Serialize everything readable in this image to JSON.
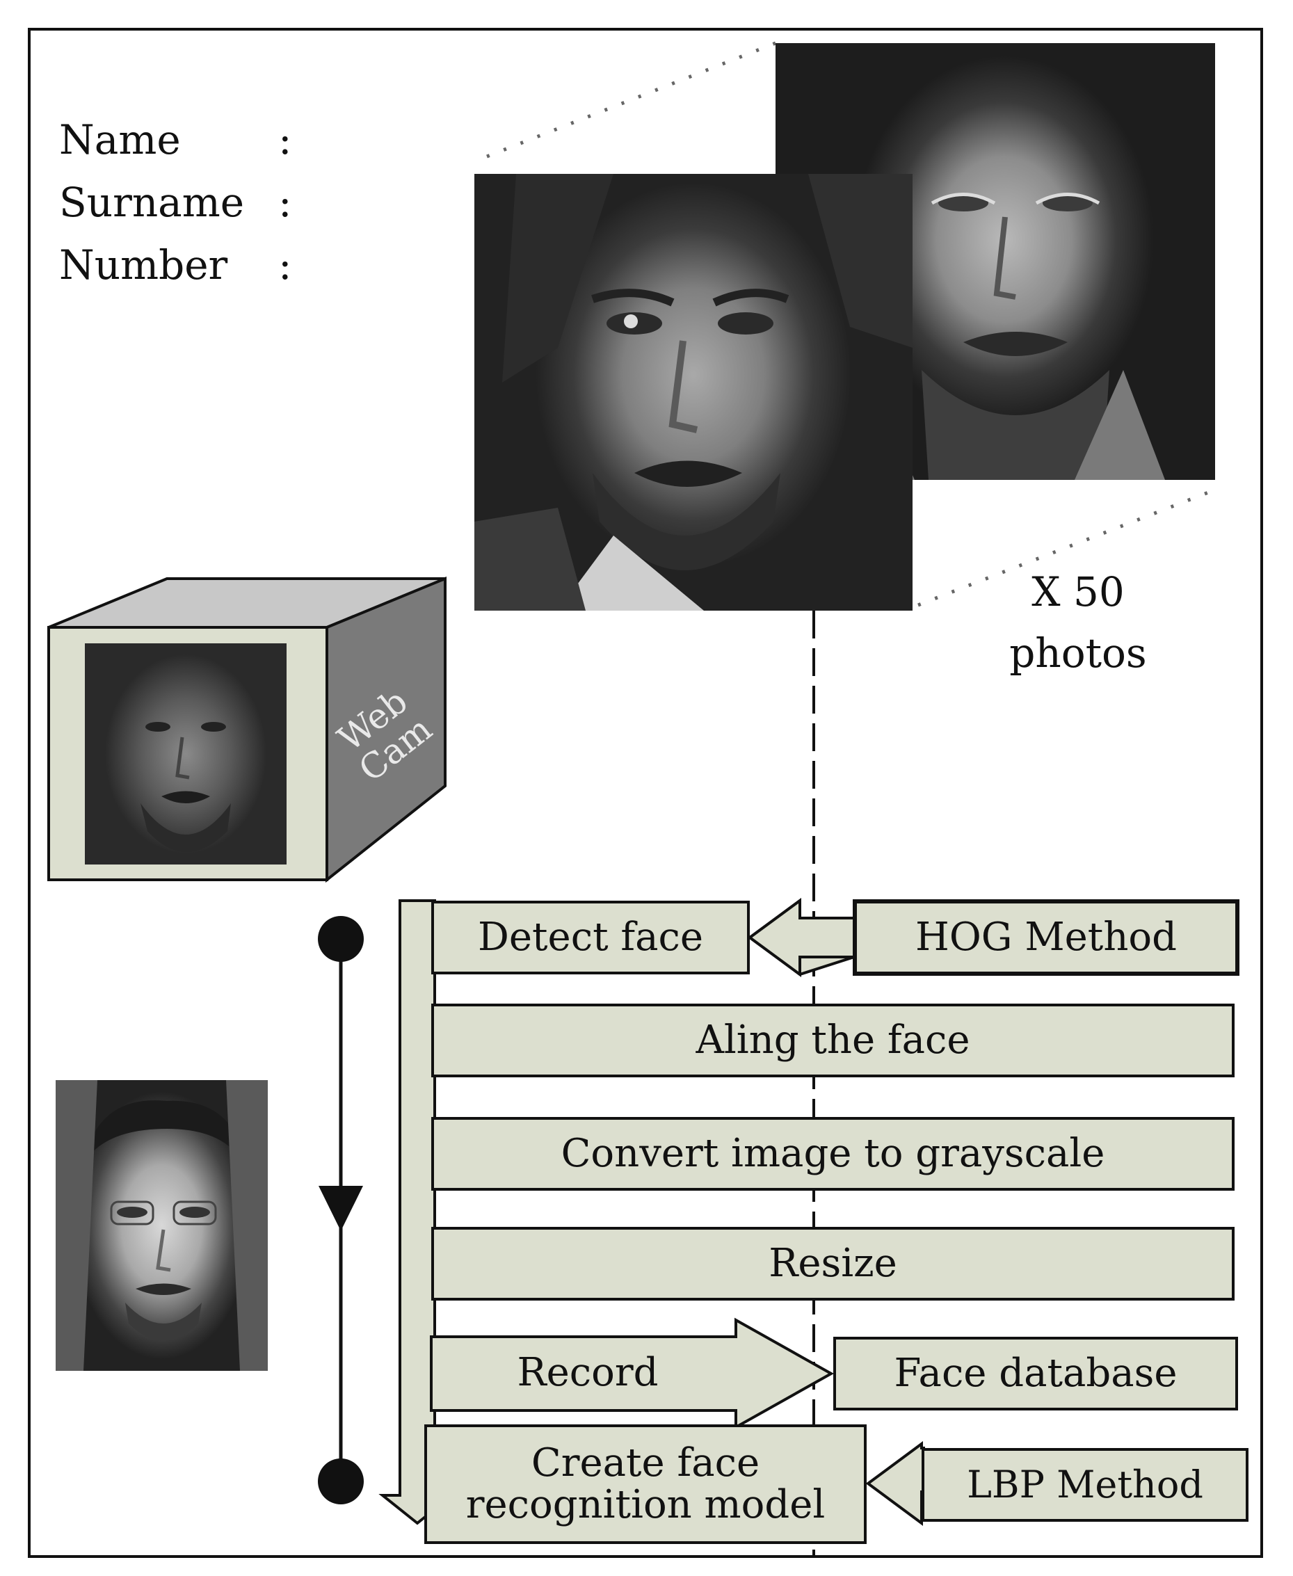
{
  "form": {
    "name_label": "Name",
    "surname_label": "Surname",
    "number_label": "Number",
    "colon": ":"
  },
  "photos": {
    "count_line1": "X 50",
    "count_line2": "photos"
  },
  "webcam": {
    "line1": "Web",
    "line2": "Cam"
  },
  "steps": {
    "detect_face": "Detect face",
    "hog_method": "HOG Method",
    "align_face": "Aling the face",
    "grayscale": "Convert image to grayscale",
    "resize": "Resize",
    "record": "Record",
    "face_database": "Face database",
    "create_model_line1": "Create face",
    "create_model_line2": "recognition model",
    "lbp_method": "LBP Method"
  },
  "colors": {
    "box_fill": "#dcdfcf",
    "outline": "#111111",
    "cube_side": "#7a7a7a",
    "cube_top": "#c8c8c8"
  }
}
